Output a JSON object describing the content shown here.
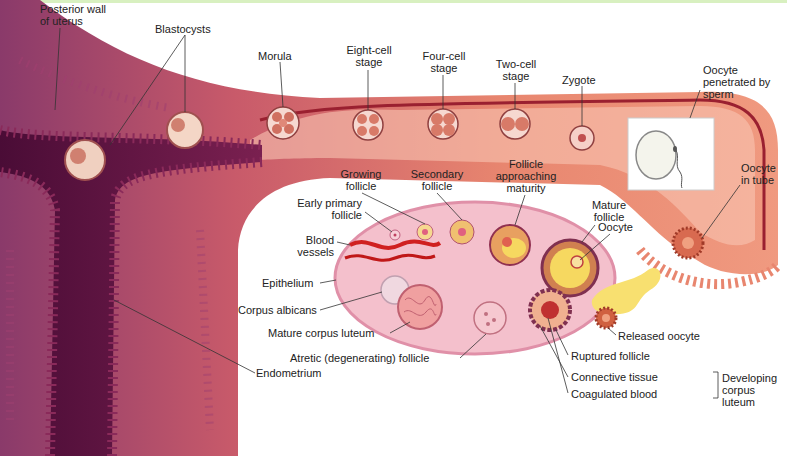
{
  "diagram": {
    "labels": [
      "Posterior wall of uterus",
      "Blastocysts",
      "Morula",
      "Eight-cell stage",
      "Four-cell stage",
      "Two-cell stage",
      "Zygote",
      "Oocyte penetrated by sperm",
      "Oocyte in tube",
      "Growing follicle",
      "Secondary follicle",
      "Follicle approaching maturity",
      "Early primary follicle",
      "Mature follicle",
      "Oocyte",
      "Blood vessels",
      "Epithelium",
      "Corpus albicans",
      "Mature corpus luteum",
      "Atretic (degenerating) follicle",
      "Endometrium",
      "Released oocyte",
      "Ruptured follicle",
      "Connective tissue",
      "Coagulated blood",
      "Developing corpus luteum"
    ]
  }
}
